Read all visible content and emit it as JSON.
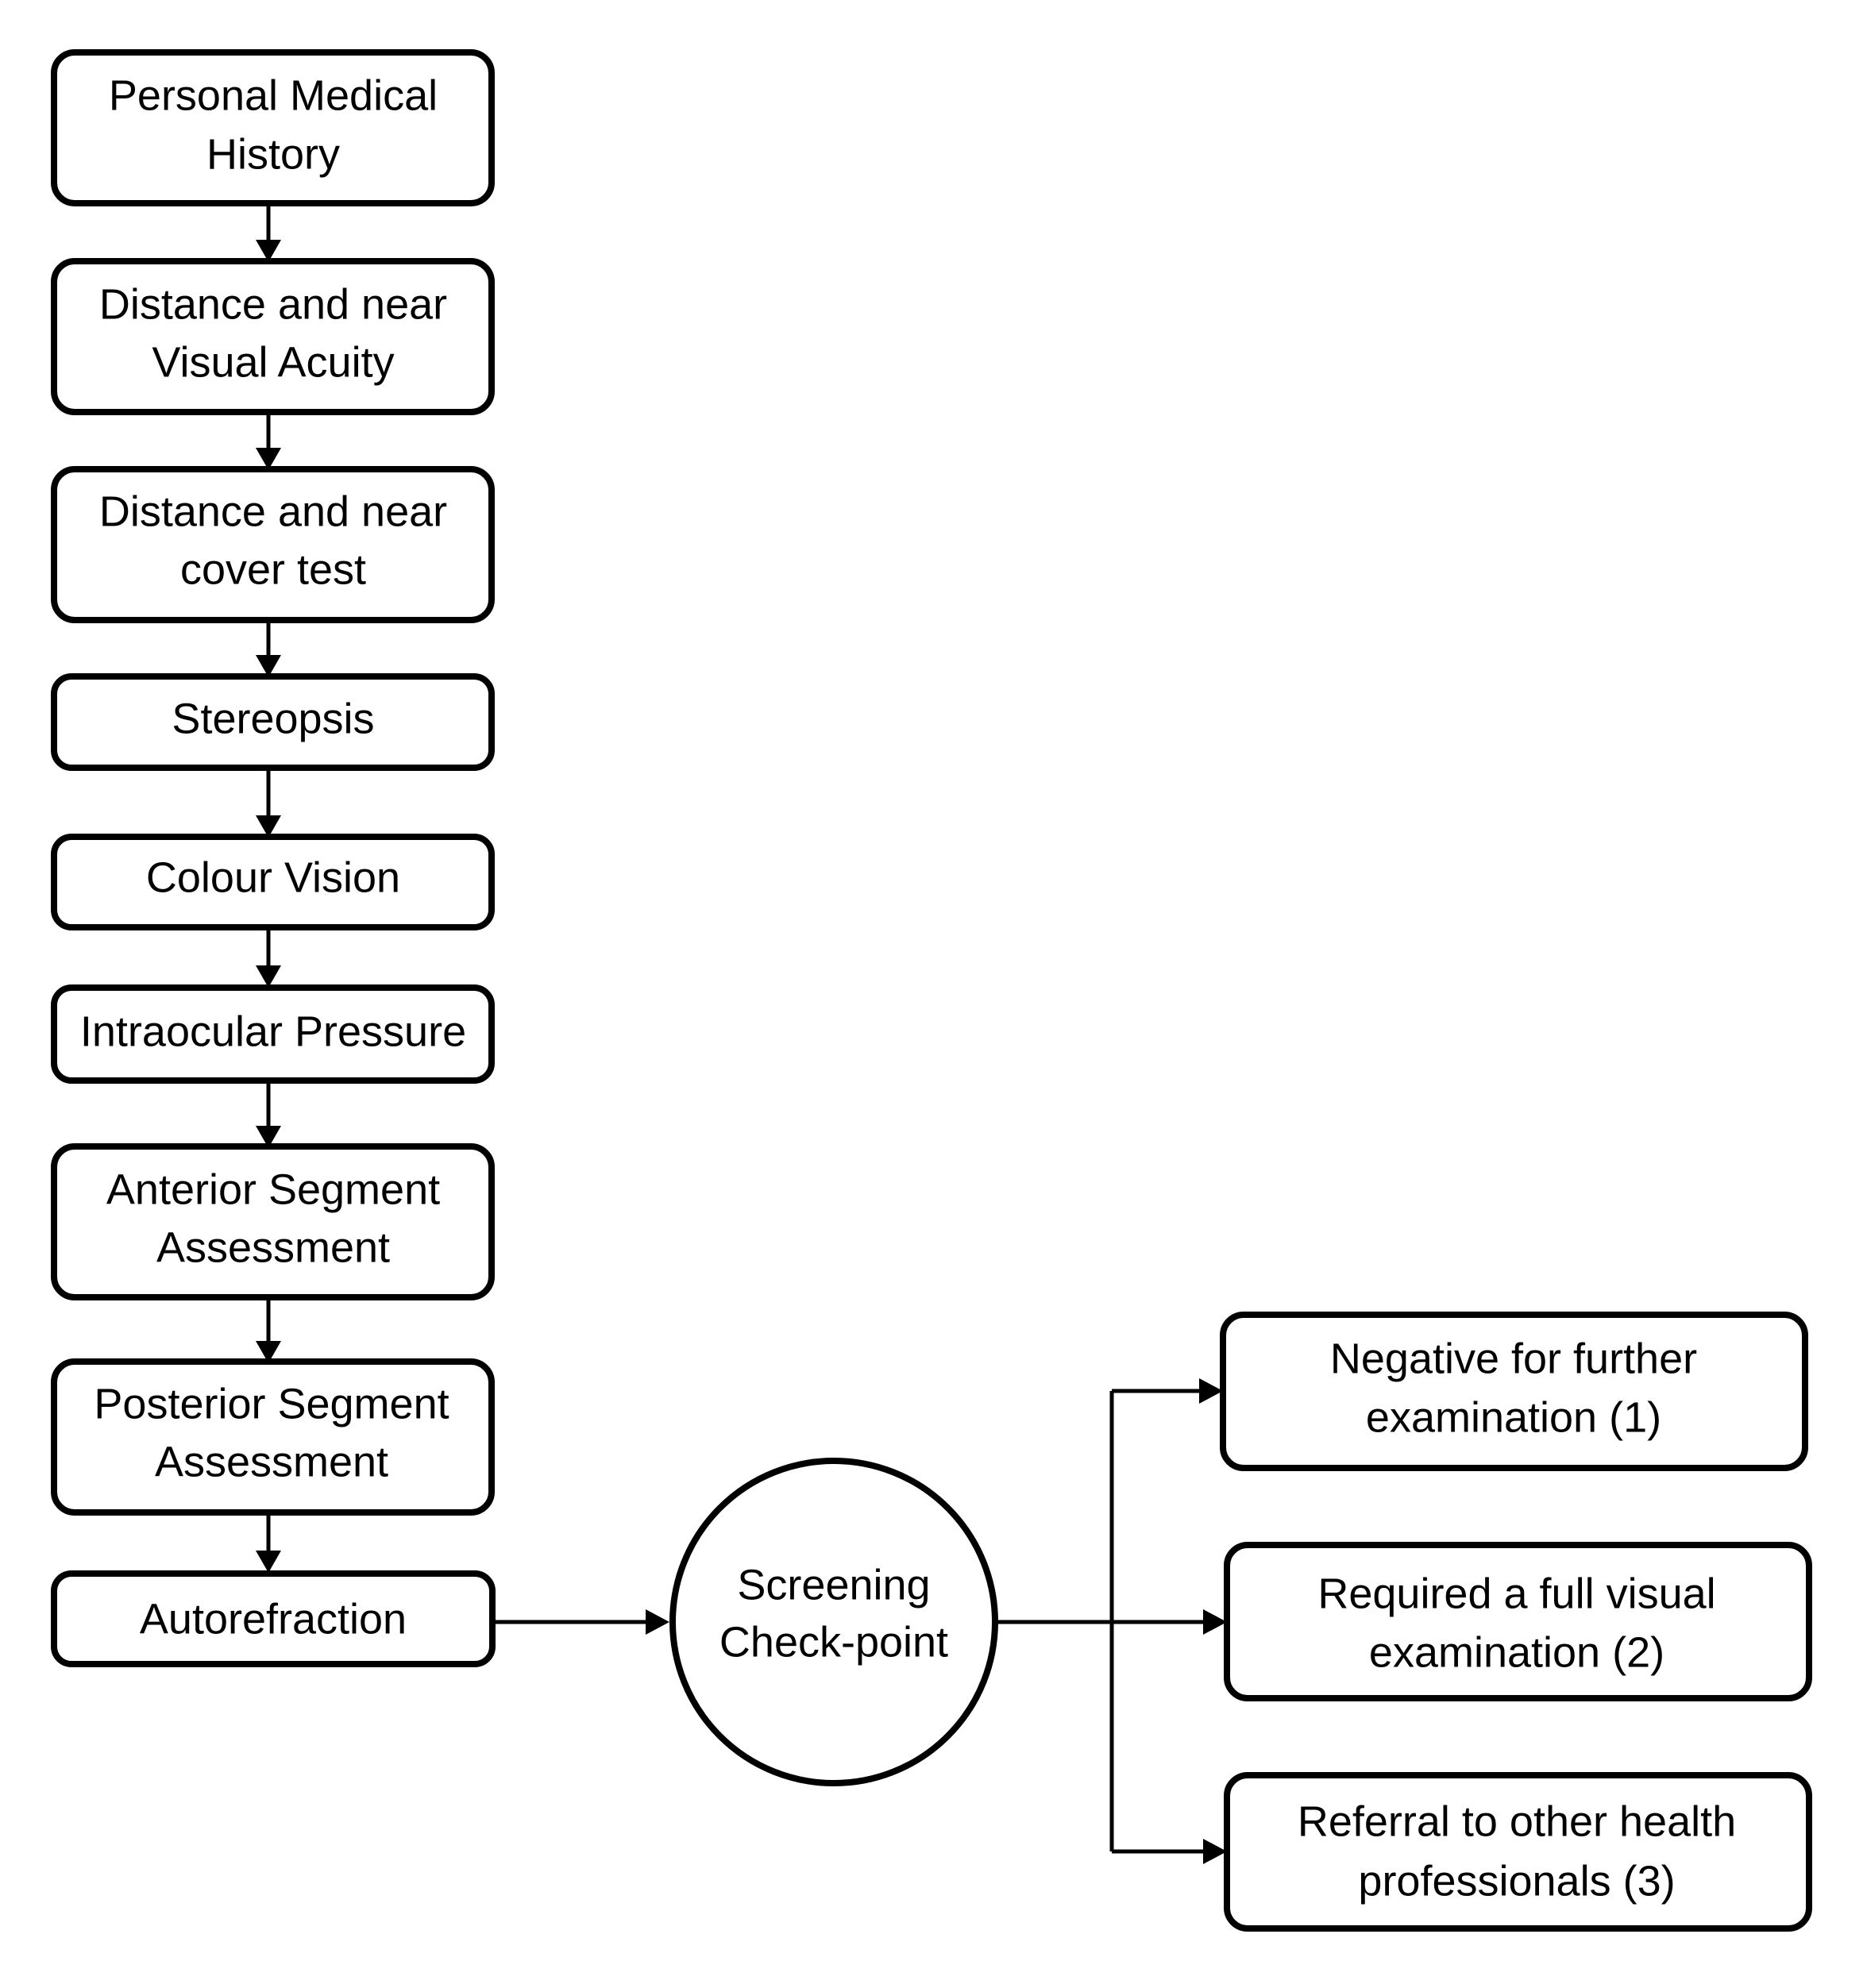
{
  "diagram": {
    "steps": [
      {
        "lines": [
          "Personal Medical",
          "History"
        ]
      },
      {
        "lines": [
          "Distance and near",
          "Visual Acuity"
        ]
      },
      {
        "lines": [
          "Distance and near",
          "cover test"
        ]
      },
      {
        "lines": [
          "Stereopsis"
        ]
      },
      {
        "lines": [
          "Colour Vision"
        ]
      },
      {
        "lines": [
          "Intraocular Pressure"
        ]
      },
      {
        "lines": [
          "Anterior Segment",
          "Assessment"
        ]
      },
      {
        "lines": [
          "Posterior Segment",
          "Assessment"
        ]
      },
      {
        "lines": [
          "Autorefraction"
        ]
      }
    ],
    "checkpoint": {
      "lines": [
        "Screening",
        "Check-point"
      ]
    },
    "outcomes": [
      {
        "lines": [
          "Negative for further",
          "examination (1)"
        ]
      },
      {
        "lines": [
          "Required a full visual",
          "examination (2)"
        ]
      },
      {
        "lines": [
          "Referral to other health",
          "professionals (3)"
        ]
      }
    ]
  }
}
